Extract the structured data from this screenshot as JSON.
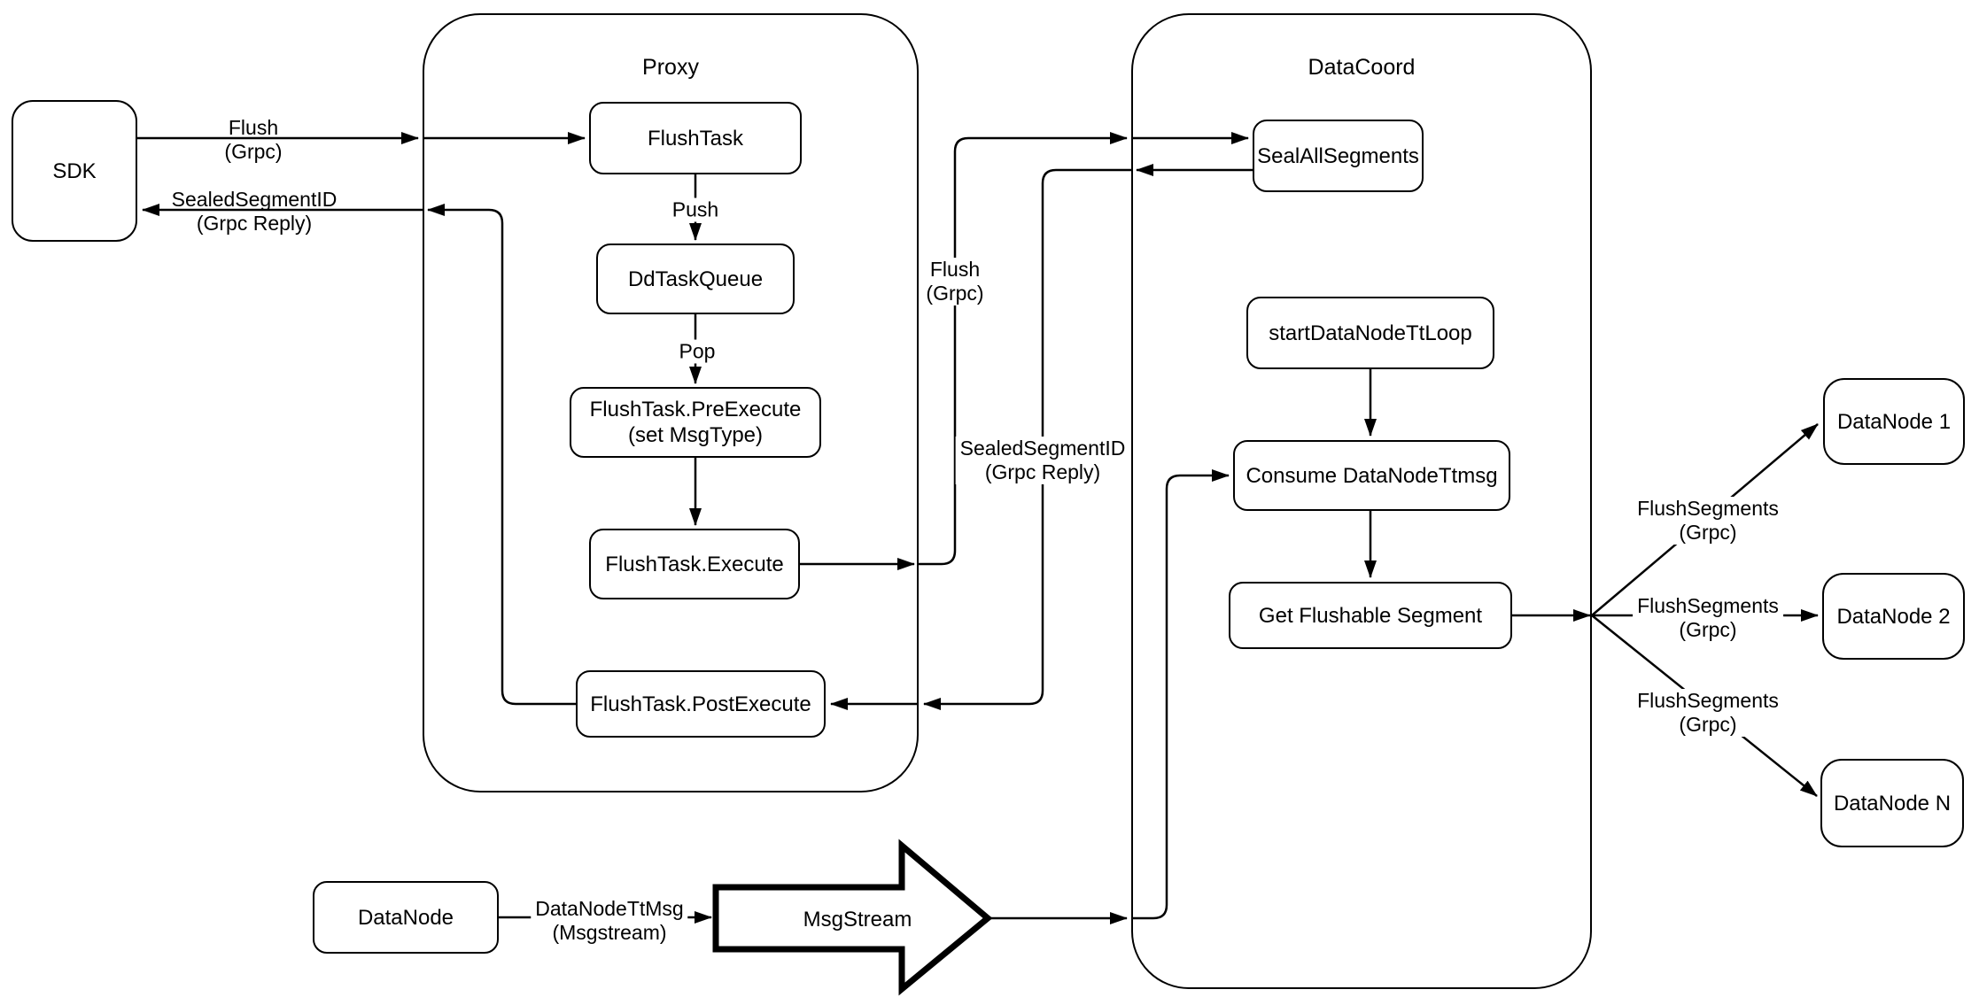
{
  "diagram": {
    "colors": {
      "stroke": "#000000",
      "background": "#ffffff"
    },
    "containers": {
      "proxy": {
        "title": "Proxy"
      },
      "datacoord": {
        "title": "DataCoord"
      }
    },
    "nodes": {
      "sdk": "SDK",
      "flush_task": "FlushTask",
      "dd_task_queue": "DdTaskQueue",
      "pre_execute": "FlushTask.PreExecute\n(set MsgType)",
      "execute": "FlushTask.Execute",
      "post_execute": "FlushTask.PostExecute",
      "seal_all_segments": "SealAllSegments",
      "start_datanode_tt_loop": "startDataNodeTtLoop",
      "consume_datanode_ttmsg": "Consume DataNodeTtmsg",
      "get_flushable_segment": "Get Flushable Segment",
      "datanode_1": "DataNode 1",
      "datanode_2": "DataNode 2",
      "datanode_n": "DataNode N",
      "datanode_source": "DataNode",
      "msgstream": "MsgStream"
    },
    "edge_labels": {
      "flush_sdk_to_proxy": "Flush\n(Grpc)",
      "sealed_segment_to_sdk": "SealedSegmentID\n(Grpc Reply)",
      "push": "Push",
      "pop": "Pop",
      "flush_proxy_to_datacoord": "Flush\n(Grpc)",
      "sealed_segment_reply_mid": "SealedSegmentID\n(Grpc Reply)",
      "datanode_tt_msg": "DataNodeTtMsg\n(Msgstream)",
      "flush_segments_1": "FlushSegments\n(Grpc)",
      "flush_segments_2": "FlushSegments\n(Grpc)",
      "flush_segments_n": "FlushSegments\n(Grpc)"
    }
  }
}
